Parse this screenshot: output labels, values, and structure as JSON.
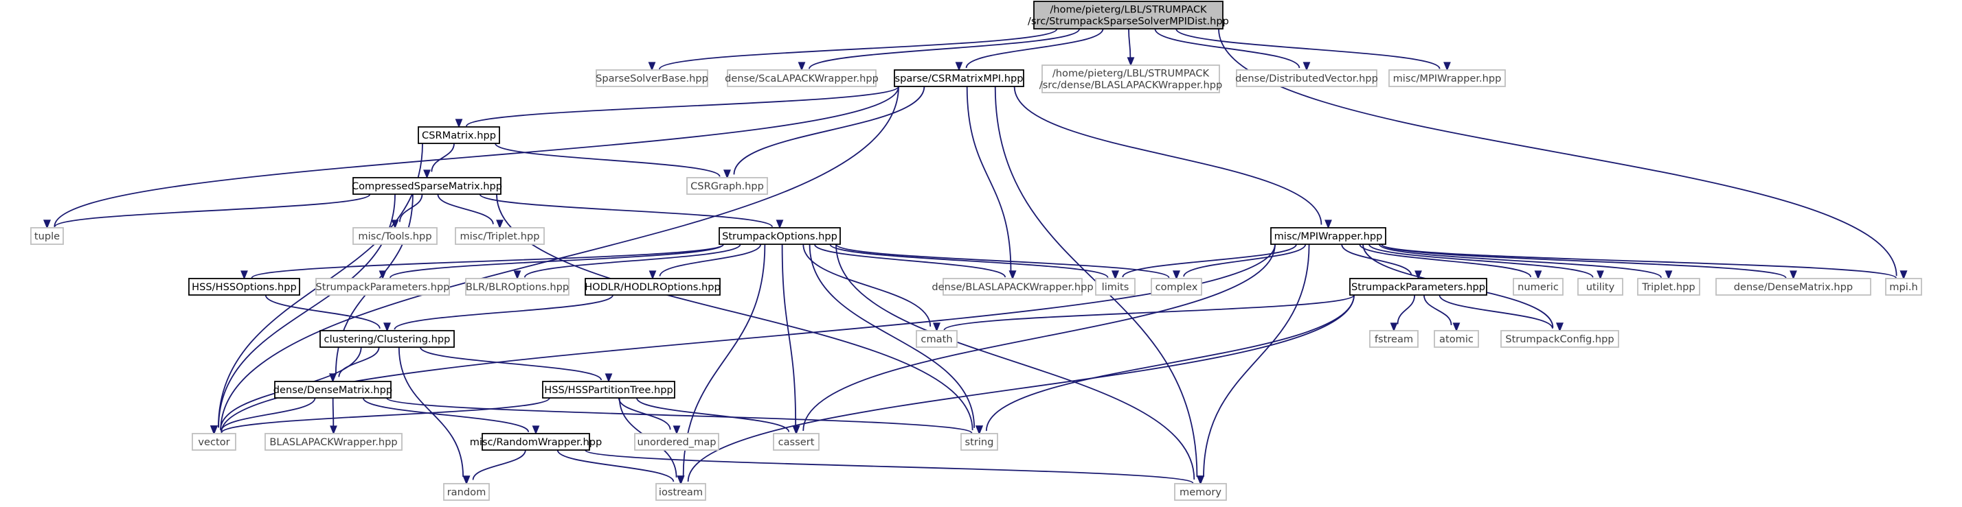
{
  "diagram": {
    "colors": {
      "edge": "#191970",
      "root_fill": "#bfbfbf",
      "internal_border": "#000000",
      "external_border": "#bfbfbf",
      "external_text": "#3f3f3f"
    },
    "nodes": [
      {
        "id": "root",
        "kind": "root",
        "lines": [
          "/home/pieterg/LBL/STRUMPACK",
          "/src/StrumpackSparseSolverMPIDist.hpp"
        ]
      },
      {
        "id": "sparsesolverbase",
        "kind": "ext",
        "lines": [
          "SparseSolverBase.hpp"
        ]
      },
      {
        "id": "scalapack",
        "kind": "ext",
        "lines": [
          "dense/ScaLAPACKWrapper.hpp"
        ]
      },
      {
        "id": "csrmatrixmpi",
        "kind": "normal",
        "lines": [
          "sparse/CSRMatrixMPI.hpp"
        ]
      },
      {
        "id": "blaslapack_full",
        "kind": "ext",
        "lines": [
          "/home/pieterg/LBL/STRUMPACK",
          "/src/dense/BLASLAPACKWrapper.hpp"
        ]
      },
      {
        "id": "distvector",
        "kind": "ext",
        "lines": [
          "dense/DistributedVector.hpp"
        ]
      },
      {
        "id": "mpiwrapper_top",
        "kind": "ext",
        "lines": [
          "misc/MPIWrapper.hpp"
        ]
      },
      {
        "id": "csrmatrix",
        "kind": "normal",
        "lines": [
          "CSRMatrix.hpp"
        ]
      },
      {
        "id": "csrgraph",
        "kind": "ext",
        "lines": [
          "CSRGraph.hpp"
        ]
      },
      {
        "id": "compressed",
        "kind": "normal",
        "lines": [
          "CompressedSparseMatrix.hpp"
        ]
      },
      {
        "id": "tuple",
        "kind": "ext",
        "lines": [
          "tuple"
        ]
      },
      {
        "id": "tools",
        "kind": "ext",
        "lines": [
          "misc/Tools.hpp"
        ]
      },
      {
        "id": "tripletmisc",
        "kind": "ext",
        "lines": [
          "misc/Triplet.hpp"
        ]
      },
      {
        "id": "options",
        "kind": "normal",
        "lines": [
          "StrumpackOptions.hpp"
        ]
      },
      {
        "id": "mpiwrapper",
        "kind": "normal",
        "lines": [
          "misc/MPIWrapper.hpp"
        ]
      },
      {
        "id": "hssoptions",
        "kind": "normal",
        "lines": [
          "HSS/HSSOptions.hpp"
        ]
      },
      {
        "id": "params_ext",
        "kind": "ext",
        "lines": [
          "StrumpackParameters.hpp"
        ]
      },
      {
        "id": "blroptions",
        "kind": "ext",
        "lines": [
          "BLR/BLROptions.hpp"
        ]
      },
      {
        "id": "hodlroptions",
        "kind": "normal",
        "lines": [
          "HODLR/HODLROptions.hpp"
        ]
      },
      {
        "id": "blaslapack_dense",
        "kind": "ext",
        "lines": [
          "dense/BLASLAPACKWrapper.hpp"
        ]
      },
      {
        "id": "limits",
        "kind": "ext",
        "lines": [
          "limits"
        ]
      },
      {
        "id": "complex",
        "kind": "ext",
        "lines": [
          "complex"
        ]
      },
      {
        "id": "params",
        "kind": "normal",
        "lines": [
          "StrumpackParameters.hpp"
        ]
      },
      {
        "id": "numeric",
        "kind": "ext",
        "lines": [
          "numeric"
        ]
      },
      {
        "id": "utility",
        "kind": "ext",
        "lines": [
          "utility"
        ]
      },
      {
        "id": "triplet",
        "kind": "ext",
        "lines": [
          "Triplet.hpp"
        ]
      },
      {
        "id": "densematrix_ext",
        "kind": "ext",
        "lines": [
          "dense/DenseMatrix.hpp"
        ]
      },
      {
        "id": "mpih",
        "kind": "ext",
        "lines": [
          "mpi.h"
        ]
      },
      {
        "id": "clustering",
        "kind": "normal",
        "lines": [
          "clustering/Clustering.hpp"
        ]
      },
      {
        "id": "cmath",
        "kind": "ext",
        "lines": [
          "cmath"
        ]
      },
      {
        "id": "fstream",
        "kind": "ext",
        "lines": [
          "fstream"
        ]
      },
      {
        "id": "atomic",
        "kind": "ext",
        "lines": [
          "atomic"
        ]
      },
      {
        "id": "config",
        "kind": "ext",
        "lines": [
          "StrumpackConfig.hpp"
        ]
      },
      {
        "id": "densematrix",
        "kind": "normal",
        "lines": [
          "dense/DenseMatrix.hpp"
        ]
      },
      {
        "id": "hsstree",
        "kind": "normal",
        "lines": [
          "HSS/HSSPartitionTree.hpp"
        ]
      },
      {
        "id": "vector",
        "kind": "ext",
        "lines": [
          "vector"
        ]
      },
      {
        "id": "blaslapack",
        "kind": "ext",
        "lines": [
          "BLASLAPACKWrapper.hpp"
        ]
      },
      {
        "id": "unordered_map",
        "kind": "ext",
        "lines": [
          "unordered_map"
        ]
      },
      {
        "id": "cassert",
        "kind": "ext",
        "lines": [
          "cassert"
        ]
      },
      {
        "id": "string",
        "kind": "ext",
        "lines": [
          "string"
        ]
      },
      {
        "id": "randomwrapper",
        "kind": "normal",
        "lines": [
          "misc/RandomWrapper.hpp"
        ]
      },
      {
        "id": "random",
        "kind": "ext",
        "lines": [
          "random"
        ]
      },
      {
        "id": "iostream",
        "kind": "ext",
        "lines": [
          "iostream"
        ]
      },
      {
        "id": "memory",
        "kind": "ext",
        "lines": [
          "memory"
        ]
      }
    ],
    "edges": [
      [
        "root",
        "sparsesolverbase"
      ],
      [
        "root",
        "scalapack"
      ],
      [
        "root",
        "csrmatrixmpi"
      ],
      [
        "root",
        "blaslapack_full"
      ],
      [
        "root",
        "distvector"
      ],
      [
        "root",
        "mpiwrapper_top"
      ],
      [
        "root",
        "mpih"
      ],
      [
        "csrmatrixmpi",
        "vector"
      ],
      [
        "csrmatrixmpi",
        "tuple"
      ],
      [
        "csrmatrixmpi",
        "csrmatrix"
      ],
      [
        "csrmatrixmpi",
        "csrgraph"
      ],
      [
        "csrmatrixmpi",
        "blaslapack_dense"
      ],
      [
        "csrmatrixmpi",
        "memory"
      ],
      [
        "csrmatrixmpi",
        "mpiwrapper"
      ],
      [
        "csrmatrix",
        "compressed"
      ],
      [
        "csrmatrix",
        "csrgraph"
      ],
      [
        "csrmatrix",
        "vector"
      ],
      [
        "compressed",
        "tuple"
      ],
      [
        "compressed",
        "tools"
      ],
      [
        "compressed",
        "tripletmisc"
      ],
      [
        "compressed",
        "options"
      ],
      [
        "compressed",
        "string"
      ],
      [
        "compressed",
        "densematrix"
      ],
      [
        "compressed",
        "vector"
      ],
      [
        "options",
        "hssoptions"
      ],
      [
        "options",
        "params_ext"
      ],
      [
        "options",
        "blroptions"
      ],
      [
        "options",
        "hodlroptions"
      ],
      [
        "options",
        "blaslapack_dense"
      ],
      [
        "options",
        "limits"
      ],
      [
        "options",
        "complex"
      ],
      [
        "options",
        "cmath"
      ],
      [
        "options",
        "iostream"
      ],
      [
        "options",
        "string"
      ],
      [
        "options",
        "cassert"
      ],
      [
        "options",
        "memory"
      ],
      [
        "mpiwrapper",
        "limits"
      ],
      [
        "mpiwrapper",
        "complex"
      ],
      [
        "mpiwrapper",
        "params"
      ],
      [
        "mpiwrapper",
        "numeric"
      ],
      [
        "mpiwrapper",
        "utility"
      ],
      [
        "mpiwrapper",
        "triplet"
      ],
      [
        "mpiwrapper",
        "densematrix_ext"
      ],
      [
        "mpiwrapper",
        "mpih"
      ],
      [
        "mpiwrapper",
        "config"
      ],
      [
        "mpiwrapper",
        "cassert"
      ],
      [
        "mpiwrapper",
        "vector"
      ],
      [
        "mpiwrapper",
        "memory"
      ],
      [
        "params",
        "cmath"
      ],
      [
        "params",
        "fstream"
      ],
      [
        "params",
        "atomic"
      ],
      [
        "params",
        "config"
      ],
      [
        "params",
        "string"
      ],
      [
        "params",
        "iostream"
      ],
      [
        "hssoptions",
        "clustering"
      ],
      [
        "hodlroptions",
        "clustering"
      ],
      [
        "clustering",
        "densematrix"
      ],
      [
        "clustering",
        "hsstree"
      ],
      [
        "clustering",
        "vector"
      ],
      [
        "clustering",
        "random"
      ],
      [
        "densematrix",
        "vector"
      ],
      [
        "densematrix",
        "blaslapack"
      ],
      [
        "densematrix",
        "randomwrapper"
      ],
      [
        "densematrix",
        "string"
      ],
      [
        "hsstree",
        "vector"
      ],
      [
        "hsstree",
        "unordered_map"
      ],
      [
        "hsstree",
        "cassert"
      ],
      [
        "hsstree",
        "iostream"
      ],
      [
        "randomwrapper",
        "random"
      ],
      [
        "randomwrapper",
        "iostream"
      ],
      [
        "randomwrapper",
        "memory"
      ]
    ]
  }
}
